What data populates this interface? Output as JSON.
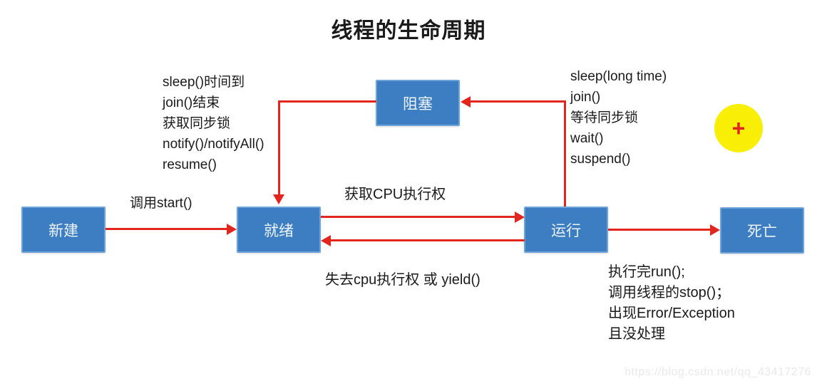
{
  "title": "线程的生命周期",
  "colors": {
    "box_fill": "#3c7ec1",
    "box_border": "#6ea4d9",
    "arrow": "#e2261d",
    "highlight_circle": "#f9ee06",
    "watermark": "#e9e9e9"
  },
  "nodes": {
    "new": "新建",
    "ready": "就绪",
    "blocked": "阻塞",
    "running": "运行",
    "dead": "死亡"
  },
  "labels": {
    "start": "调用start()",
    "get_cpu": "获取CPU执行权",
    "lose_cpu": "失去cpu执行权 或 yield()"
  },
  "blocked_to_ready_list": [
    "sleep()时间到",
    "join()结束",
    "获取同步锁",
    "notify()/notifyAll()",
    "resume()"
  ],
  "running_to_blocked_list": [
    "sleep(long time)",
    "join()",
    "等待同步锁",
    "wait()",
    "suspend()"
  ],
  "death_conditions_list": [
    "执行完run();",
    "调用线程的stop()；",
    "出现Error/Exception",
    "且没处理"
  ],
  "cursor_plus": "+",
  "watermark": "https://blog.csdn.net/qq_43417276"
}
